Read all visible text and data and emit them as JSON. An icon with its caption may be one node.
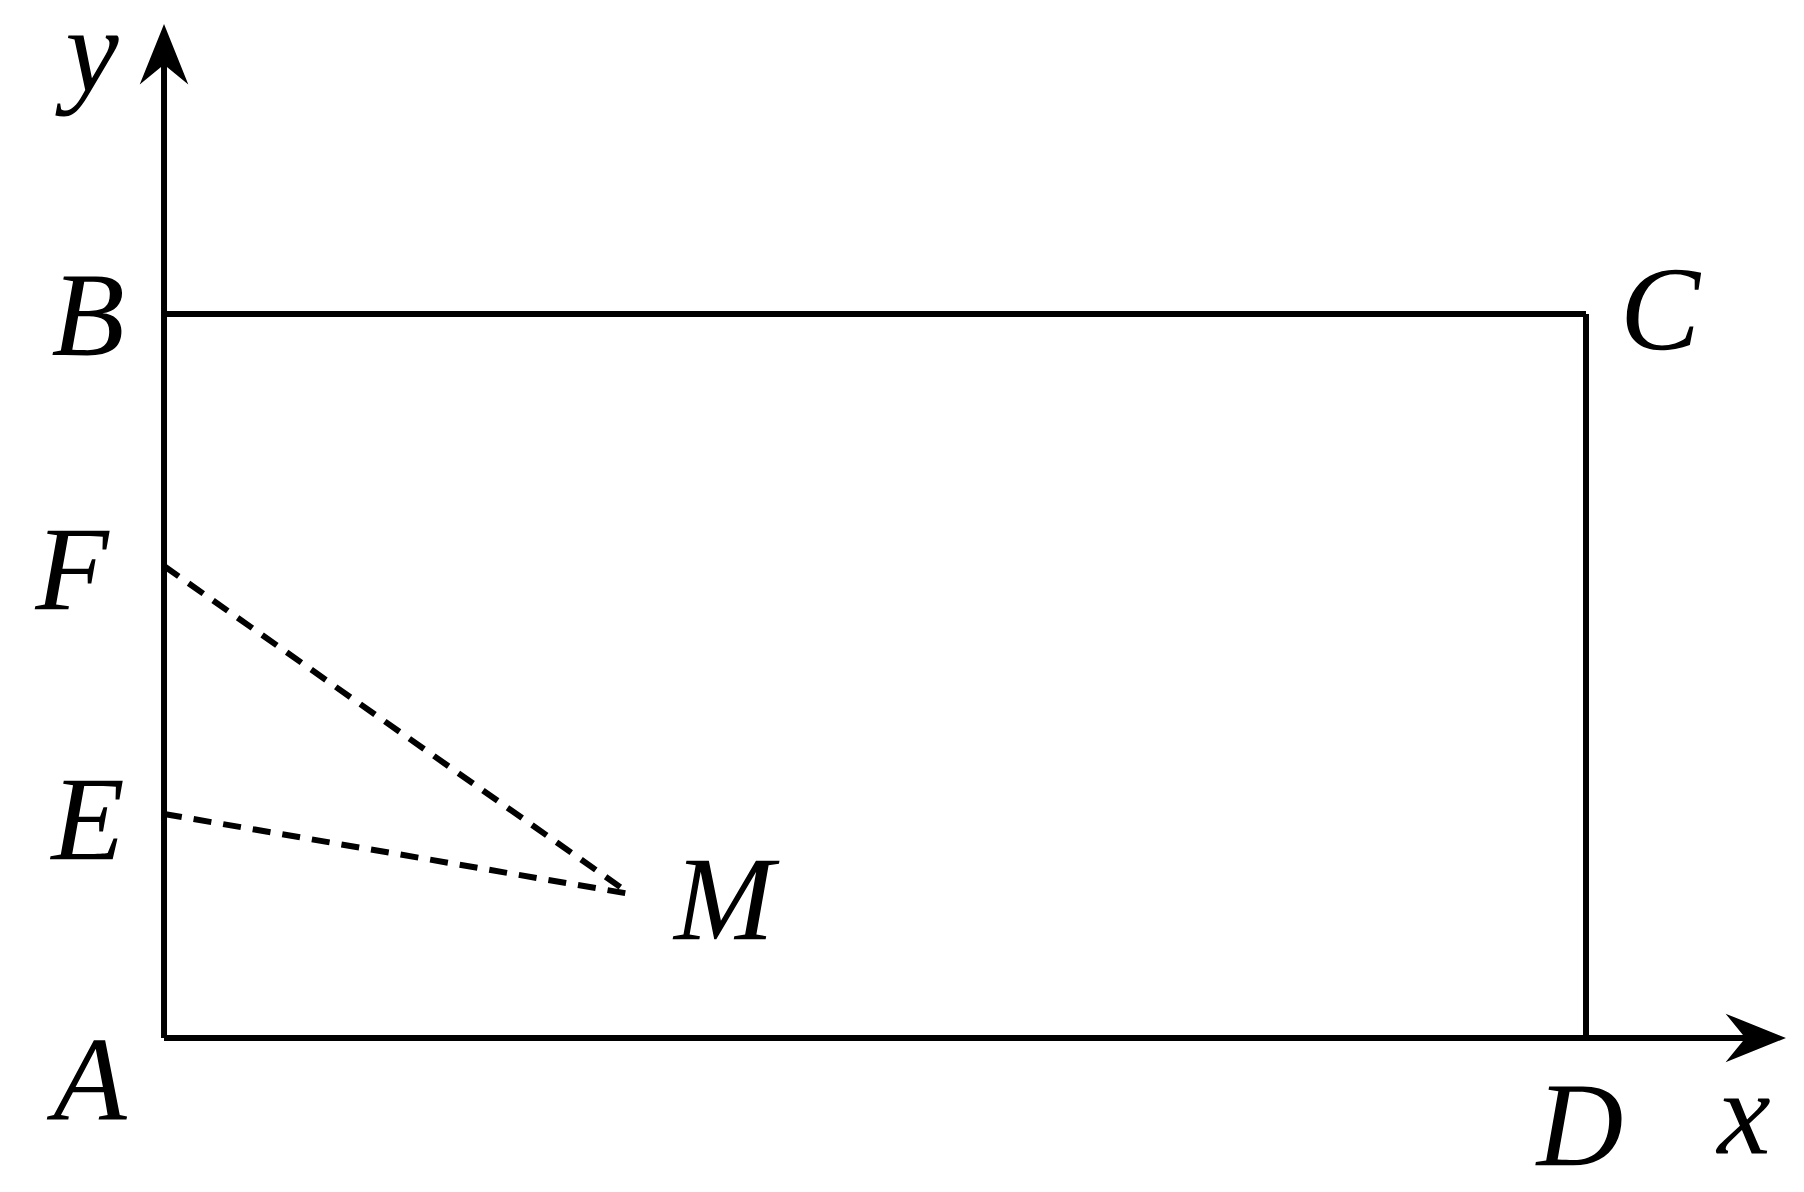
{
  "diagram": {
    "nodes": [
      {
        "text": [
          "A"
        ]
      },
      {
        "text": [
          "B"
        ]
      },
      {
        "text": [
          "C"
        ]
      },
      {
        "text": [
          "D"
        ]
      },
      {
        "text": [
          "E"
        ]
      },
      {
        "text": [
          "F"
        ]
      },
      {
        "text": [
          "M"
        ]
      }
    ],
    "edges": [
      {
        "from": 0,
        "to": 1,
        "arrow": "none"
      },
      {
        "from": 1,
        "to": 2,
        "arrow": "none"
      },
      {
        "from": 2,
        "to": 3,
        "arrow": "none"
      },
      {
        "from": 3,
        "to": 0,
        "arrow": "none"
      },
      {
        "from": 5,
        "to": 6,
        "arrow": "none",
        "style": "dashed"
      },
      {
        "from": 4,
        "to": 6,
        "arrow": "none",
        "style": "dashed"
      }
    ],
    "labels": [
      "y",
      "x"
    ]
  }
}
